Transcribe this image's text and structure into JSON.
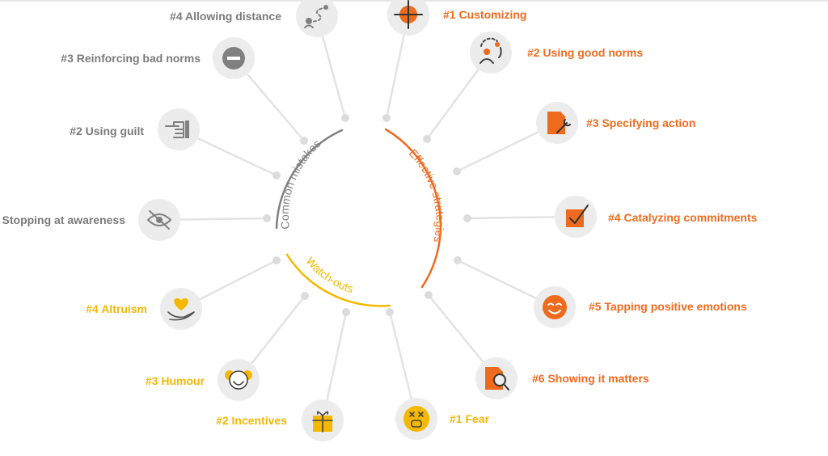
{
  "colors": {
    "grey": "#808080",
    "orange": "#ee6b1e",
    "yellow": "#f5b800",
    "bubble": "#ececec",
    "stem": "#e3e3e3"
  },
  "arcs": {
    "common": "Common mistakes",
    "effective": "Effective strategies",
    "watch": "Watch-outs"
  },
  "common_mistakes": [
    {
      "label": "#4 Allowing distance",
      "icon": "path-icon"
    },
    {
      "label": "#3 Reinforcing bad norms",
      "icon": "minus-circle-icon"
    },
    {
      "label": "#2 Using guilt",
      "icon": "pointing-hand-icon"
    },
    {
      "label": "Stopping at awareness",
      "icon": "eye-off-icon"
    }
  ],
  "effective_strategies": [
    {
      "label": "#1 Customizing",
      "icon": "crosshair-icon"
    },
    {
      "label": "#2 Using good norms",
      "icon": "people-icon"
    },
    {
      "label": "#3 Specifying action",
      "icon": "document-wrench-icon"
    },
    {
      "label": "#4 Catalyzing commitments",
      "icon": "checkbox-icon"
    },
    {
      "label": "#5 Tapping positive emotions",
      "icon": "smile-icon"
    },
    {
      "label": "#6 Showing it matters",
      "icon": "document-search-icon"
    }
  ],
  "watch_outs": [
    {
      "label": "#4 Altruism",
      "icon": "heart-hand-icon"
    },
    {
      "label": "#3 Humour",
      "icon": "clown-icon"
    },
    {
      "label": "#2 Incentives",
      "icon": "gift-icon"
    },
    {
      "label": "#1 Fear",
      "icon": "scared-face-icon"
    }
  ]
}
